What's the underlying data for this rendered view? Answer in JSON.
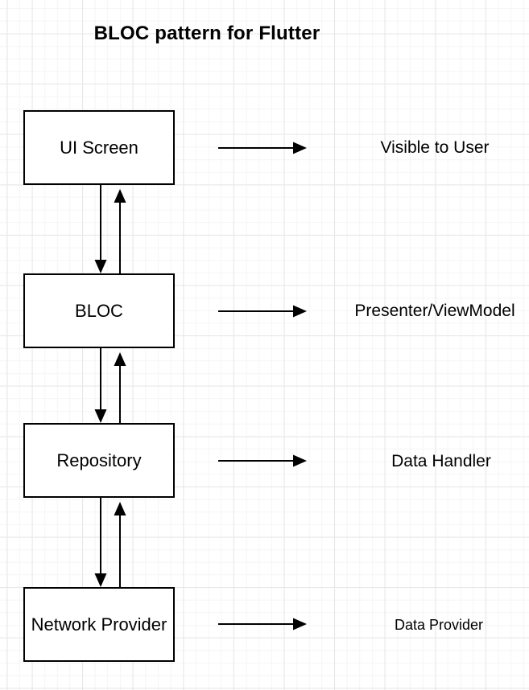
{
  "title": "BLOC pattern for Flutter",
  "nodes": [
    {
      "label": "UI Screen",
      "annotation": "Visible to User"
    },
    {
      "label": "BLOC",
      "annotation": "Presenter/ViewModel"
    },
    {
      "label": "Repository",
      "annotation": "Data Handler"
    },
    {
      "label": "Network Provider",
      "annotation": "Data Provider"
    }
  ],
  "edges": [
    {
      "from": "UI Screen",
      "to": "BLOC",
      "direction": "bidirectional"
    },
    {
      "from": "BLOC",
      "to": "Repository",
      "direction": "bidirectional"
    },
    {
      "from": "Repository",
      "to": "Network Provider",
      "direction": "bidirectional"
    },
    {
      "from": "UI Screen",
      "to": "Visible to User",
      "direction": "right"
    },
    {
      "from": "BLOC",
      "to": "Presenter/ViewModel",
      "direction": "right"
    },
    {
      "from": "Repository",
      "to": "Data Handler",
      "direction": "right"
    },
    {
      "from": "Network Provider",
      "to": "Data Provider",
      "direction": "right"
    }
  ],
  "colors": {
    "stroke": "#000000",
    "canvas": "#ffffff",
    "grid_minor": "#f5f5f5",
    "grid_major": "#e7e7e7"
  }
}
